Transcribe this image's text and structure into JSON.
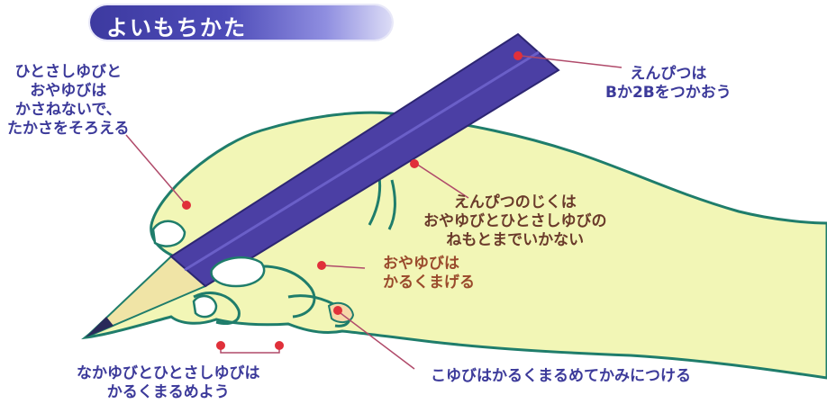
{
  "title": "よいもちかた",
  "labels": {
    "index_thumb": "ひとさしゆびと\nおやゆびは\nかさねないで、\nたかさをそろえる",
    "pencil_grade": "えんぴつは\nBか2Bをつかおう",
    "pencil_axis": "えんぴつのじくは\nおやゆびとひとさしゆびの\nねもとまでいかない",
    "thumb_bend": "おやゆびは\nかるくまげる",
    "pinky": "こゆびはかるくまるめてかみにつける",
    "middle_index": "なかゆびとひとさしゆびは\nかるくまるめよう"
  },
  "colors": {
    "banner": "#4a48b0",
    "hand_fill": "#f2f6b6",
    "outline": "#1f7d6b",
    "pencil": "#4b3fa4",
    "pencil_tip": "#f0e4a6",
    "dot": "#e0303a",
    "label_text_a": "#3c3a9a",
    "label_text_b": "#2c7a2c",
    "label_text_c": "#9a4a2c"
  }
}
